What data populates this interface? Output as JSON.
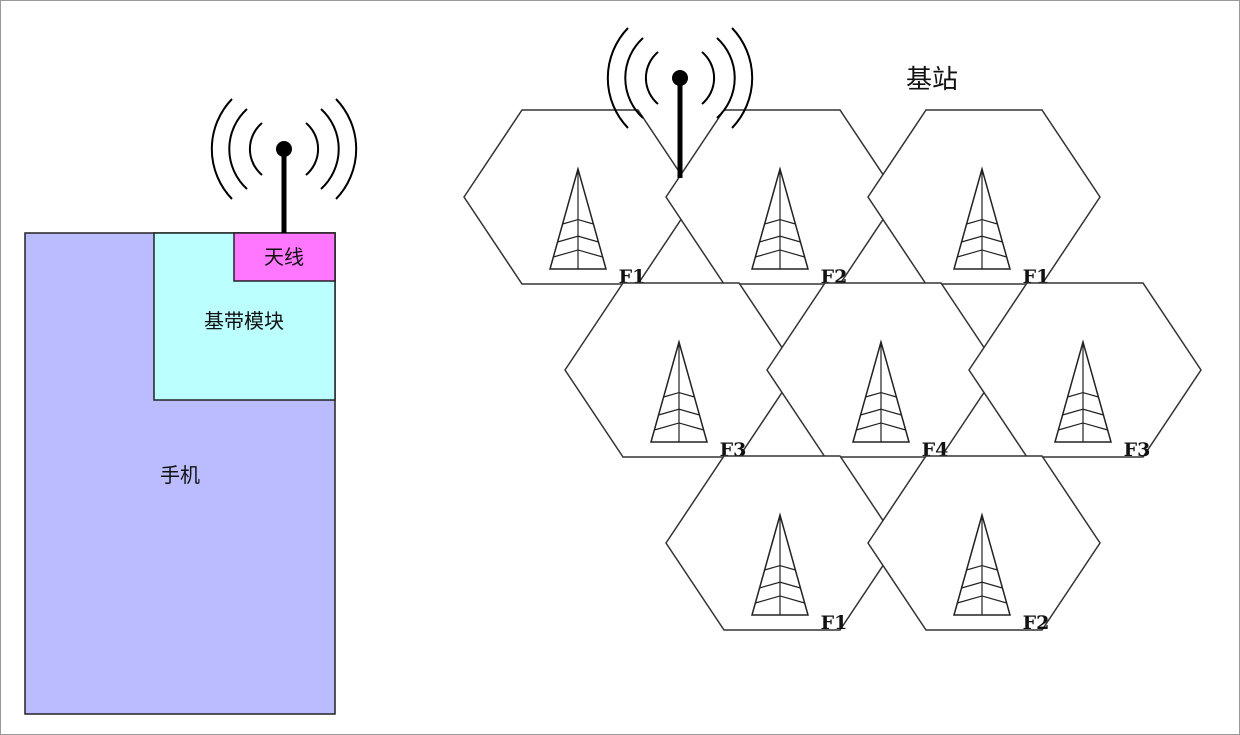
{
  "phone": {
    "label": "手机",
    "baseband_label": "基带模块",
    "antenna_label": "天线",
    "colors": {
      "phone": "#bbbbff",
      "baseband": "#bbffff",
      "antenna": "#ff77ff"
    }
  },
  "network": {
    "title": "基站",
    "cells": [
      {
        "freq": "F1"
      },
      {
        "freq": "F2"
      },
      {
        "freq": "F1"
      },
      {
        "freq": "F3"
      },
      {
        "freq": "F4"
      },
      {
        "freq": "F3"
      },
      {
        "freq": "F1"
      },
      {
        "freq": "F2"
      }
    ]
  },
  "icons": [
    "antenna-icon",
    "tower-icon"
  ]
}
